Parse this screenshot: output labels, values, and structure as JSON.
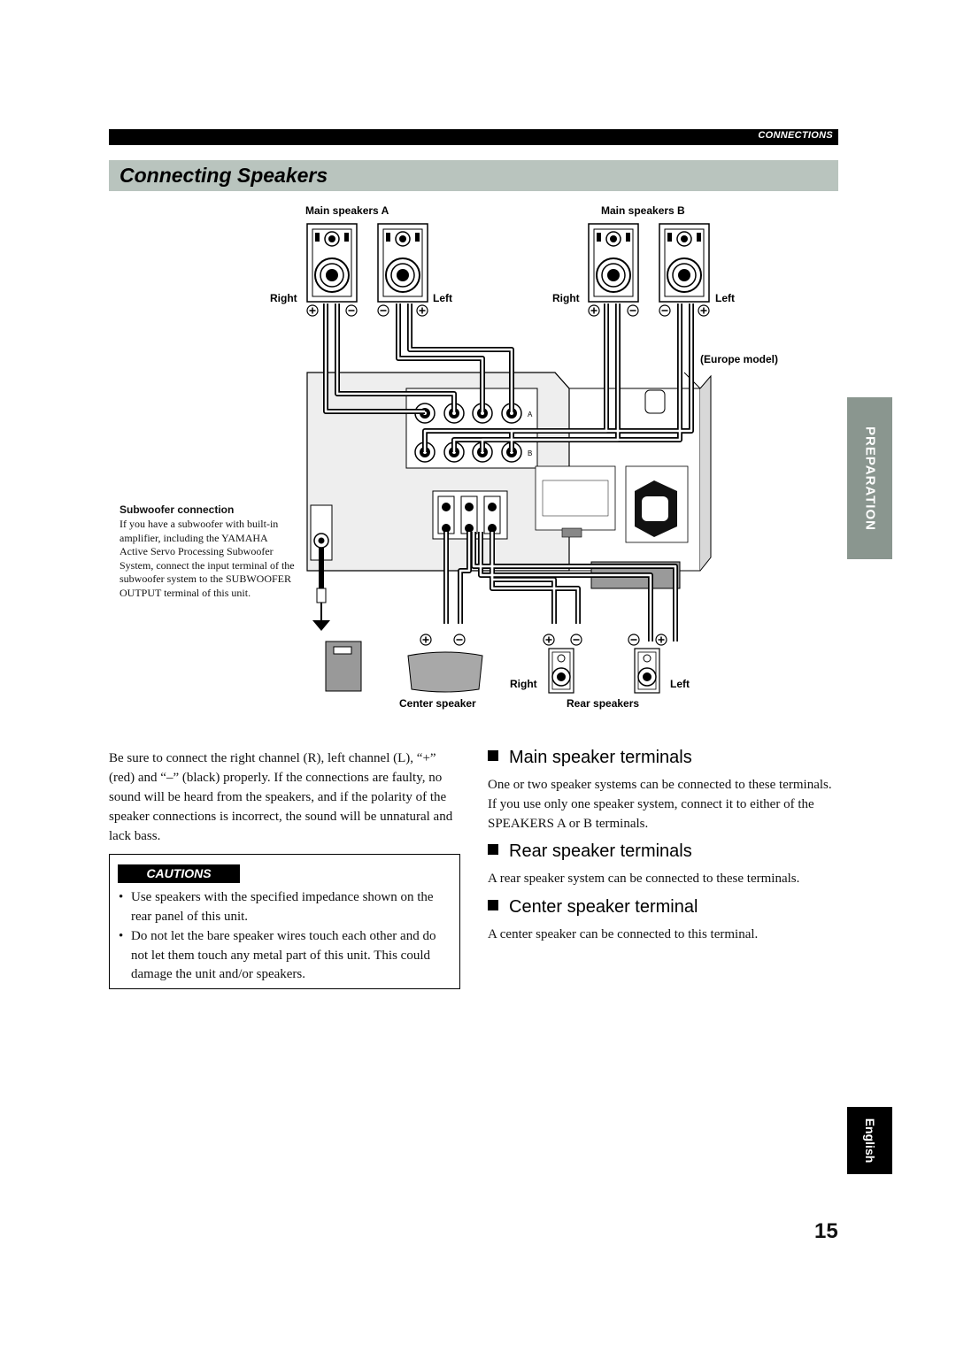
{
  "header": {
    "section": "CONNECTIONS",
    "title": "Connecting Speakers"
  },
  "diagram": {
    "main_a": "Main speakers A",
    "main_b": "Main speakers B",
    "right": "Right",
    "left": "Left",
    "europe_model": "(Europe model)",
    "center_speaker": "Center speaker",
    "rear_speakers": "Rear speakers",
    "subwoofer_heading": "Subwoofer connection",
    "subwoofer_text": "If you have a subwoofer with built-in amplifier, including the YAMAHA Active Servo Processing Subwoofer System, connect the input terminal of the subwoofer system to the SUBWOOFER OUTPUT terminal of this unit."
  },
  "tabs": {
    "preparation": "PREPARATION",
    "english": "English"
  },
  "intro": "Be sure to connect the right channel (R), left channel (L), “+” (red) and “–” (black) properly. If the connections are faulty, no sound will be heard from the speakers, and if the polarity of the speaker connections is incorrect, the sound will be unnatural and lack bass.",
  "cautions": {
    "heading": "CAUTIONS",
    "items": [
      "Use speakers with the specified impedance shown on the rear panel of this unit.",
      "Do not let the bare speaker wires touch each other and do not let them touch any metal part of this unit. This could damage the unit and/or speakers."
    ]
  },
  "sections": [
    {
      "title": "Main speaker terminals",
      "body": "One or two speaker systems can be connected to these terminals. If you use only one speaker system, connect it to either of the SPEAKERS A or B terminals."
    },
    {
      "title": "Rear speaker terminals",
      "body": "A rear speaker system can be connected to these terminals."
    },
    {
      "title": "Center speaker terminal",
      "body": "A center speaker can be connected to this terminal."
    }
  ],
  "page_number": "15"
}
